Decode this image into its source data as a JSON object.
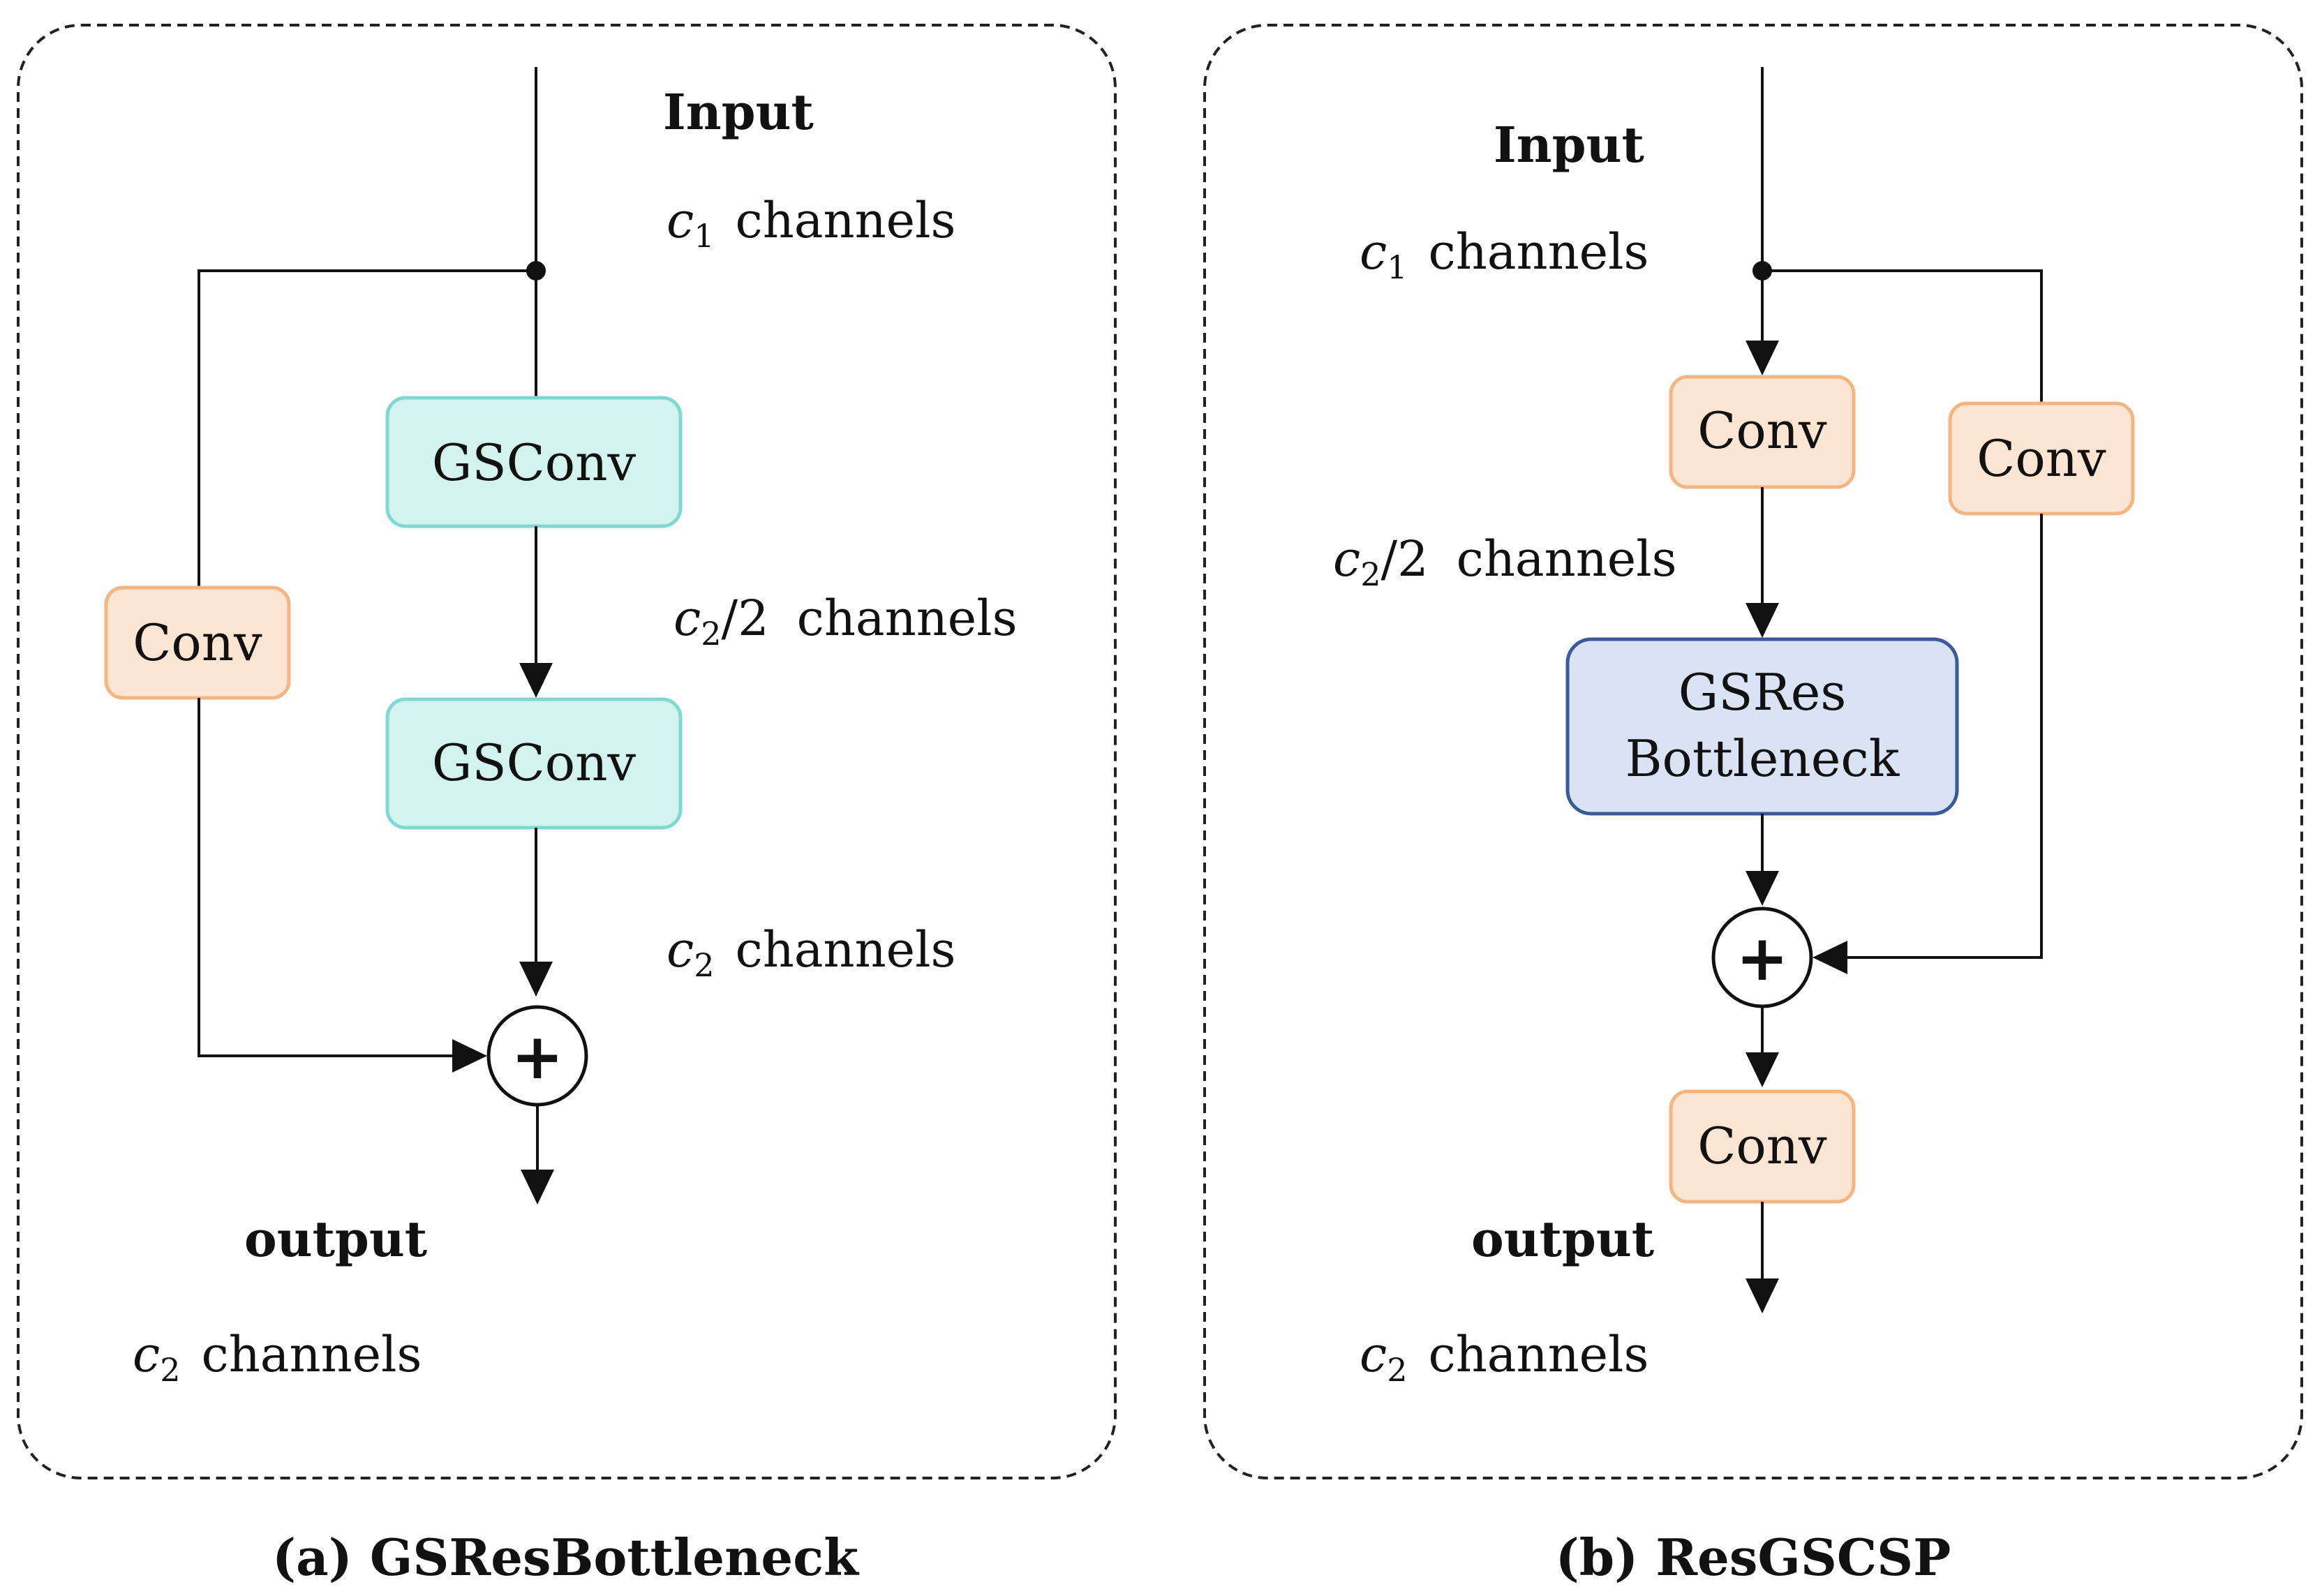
{
  "panel_a": {
    "input_label": "Input",
    "input_var": "c",
    "input_sub": "1",
    "input_channels": "channels",
    "gsconv_top": "GSConv",
    "gsconv_bottom": "GSConv",
    "conv_side": "Conv",
    "mid_var": "c",
    "mid_sub": "2",
    "mid_frac": "/2",
    "mid_channels": "channels",
    "lower_var": "c",
    "lower_sub": "2",
    "lower_channels": "channels",
    "plus": "+",
    "output_label": "output",
    "output_var": "c",
    "output_sub": "2",
    "output_channels": "channels",
    "caption": "(a) GSResBottleneck"
  },
  "panel_b": {
    "input_label": "Input",
    "input_var": "c",
    "input_sub": "1",
    "input_channels": "channels",
    "conv_top": "Conv",
    "conv_side": "Conv",
    "mid_var": "c",
    "mid_sub": "2",
    "mid_frac": "/2",
    "mid_channels": "channels",
    "gsres_line1": "GSRes",
    "gsres_line2": "Bottleneck",
    "plus": "+",
    "conv_bottom": "Conv",
    "output_label": "output",
    "output_var": "c",
    "output_sub": "2",
    "output_channels": "channels",
    "caption": "(b) ResGSCSP"
  }
}
